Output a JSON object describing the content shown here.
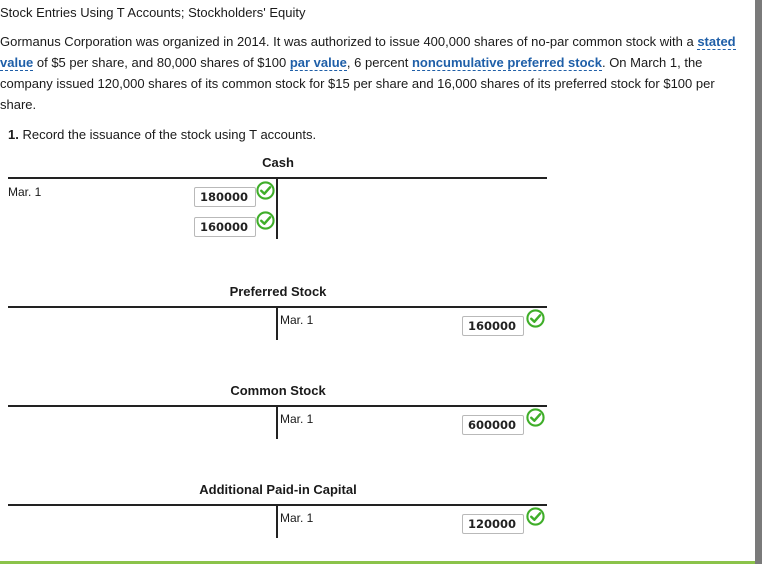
{
  "title": "Stock Entries Using T Accounts; Stockholders' Equity",
  "problem": {
    "p1": "Gormanus Corporation was organized in 2014. It was authorized to issue 400,000 shares of no-par common stock with a ",
    "term1": "stated value",
    "p2": " of $5 per share, and 80,000 shares of $100 ",
    "term2": "par value",
    "p3": ", 6 percent ",
    "term3": "noncumulative preferred stock",
    "p4": ". On March 1, the company issued 120,000 shares of its common stock for $15 per share and 16,000 shares of its preferred stock for $100 per share."
  },
  "instruction": {
    "number": "1.",
    "text": "Record the issuance of the stock using T accounts."
  },
  "accounts": {
    "cash": {
      "title": "Cash",
      "date": "Mar. 1",
      "debit1": "180000",
      "debit2": "160000"
    },
    "preferred": {
      "title": "Preferred Stock",
      "date": "Mar. 1",
      "credit": "160000"
    },
    "common": {
      "title": "Common Stock",
      "date": "Mar. 1",
      "credit": "600000"
    },
    "apic": {
      "title": "Additional Paid-in Capital",
      "date": "Mar. 1",
      "credit": "120000"
    }
  },
  "colors": {
    "link": "#1f5fa8",
    "correct_check": "#3fae29",
    "bottom_bar": "#8bc34a"
  },
  "icons": {
    "correct": "check-circle-icon"
  }
}
